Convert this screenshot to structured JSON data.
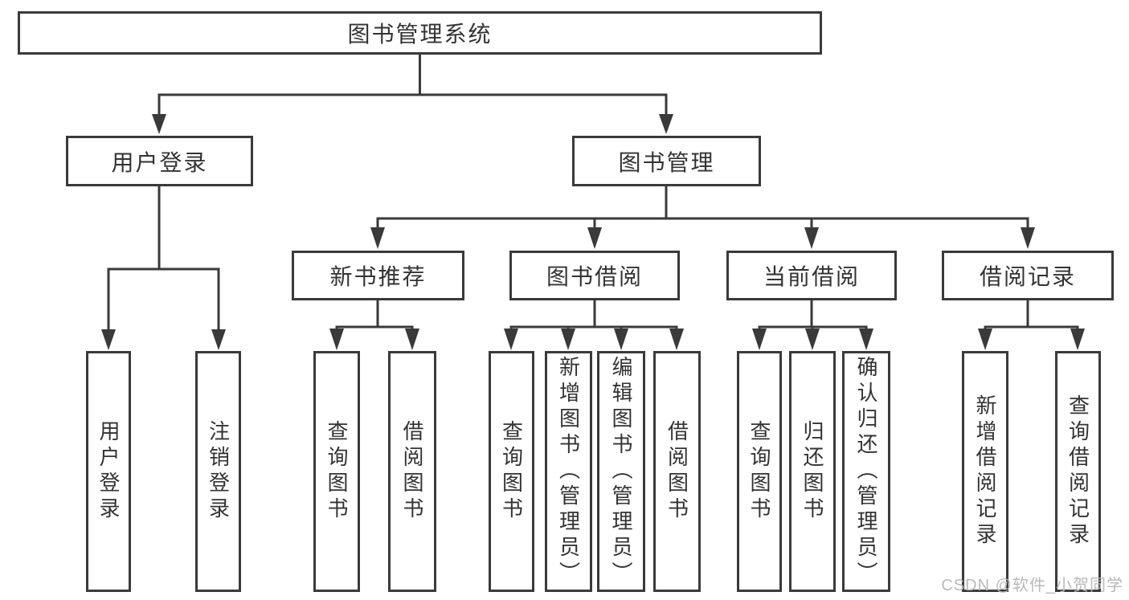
{
  "style": {
    "line_color": "#3a3a3a",
    "box_border_color": "#3a3a3a",
    "text_color": "#333333",
    "background": "#ffffff",
    "watermark_color": "#b9b9b9"
  },
  "watermark": {
    "text": "CSDN @软件_小贺同学"
  },
  "tree": {
    "root": {
      "label": "图书管理系统",
      "children": [
        {
          "label": "用户登录",
          "children": [
            {
              "label": "用户登录"
            },
            {
              "label": "注销登录"
            }
          ]
        },
        {
          "label": "图书管理",
          "children": [
            {
              "label": "新书推荐",
              "children": [
                {
                  "label": "查询图书"
                },
                {
                  "label": "借阅图书"
                }
              ]
            },
            {
              "label": "图书借阅",
              "children": [
                {
                  "label": "查询图书"
                },
                {
                  "label": "新增图书（管理员）"
                },
                {
                  "label": "编辑图书（管理员）"
                },
                {
                  "label": "借阅图书"
                }
              ]
            },
            {
              "label": "当前借阅",
              "children": [
                {
                  "label": "查询图书"
                },
                {
                  "label": "归还图书"
                },
                {
                  "label": "确认归还（管理员）"
                }
              ]
            },
            {
              "label": "借阅记录",
              "children": [
                {
                  "label": "新增借阅记录"
                },
                {
                  "label": "查询借阅记录"
                }
              ]
            }
          ]
        }
      ]
    }
  }
}
